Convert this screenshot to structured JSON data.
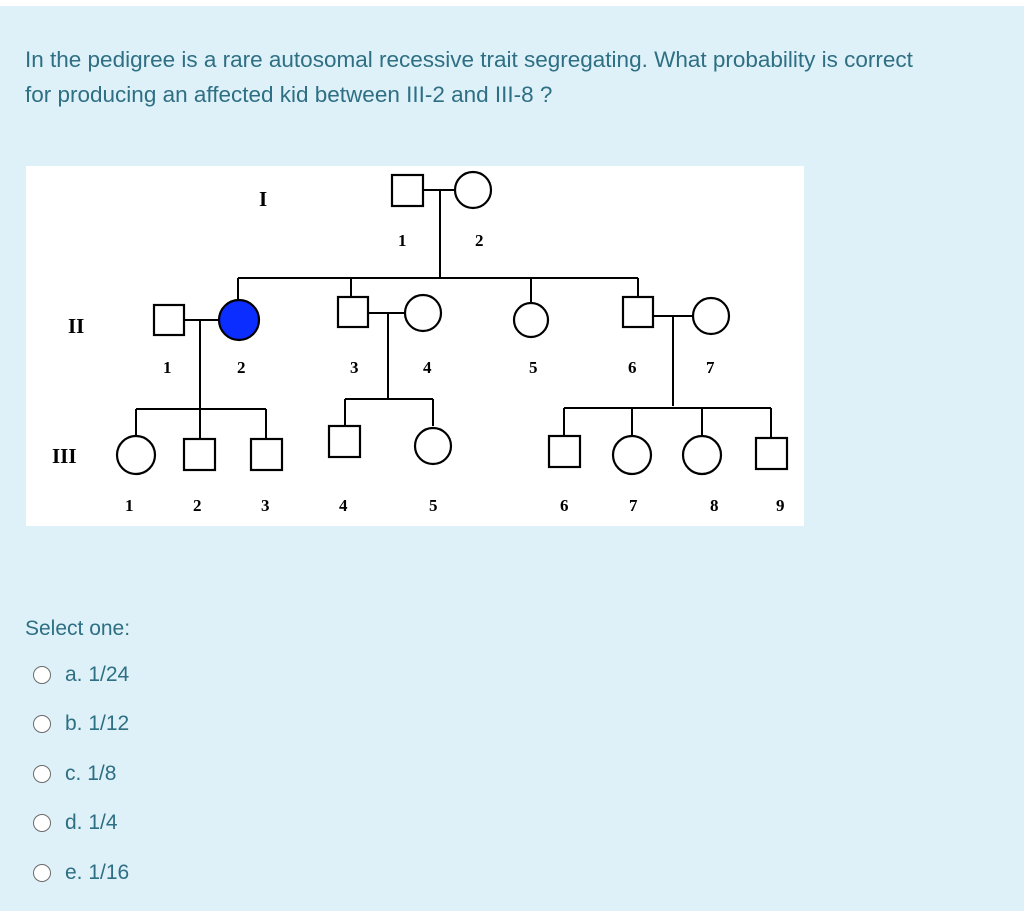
{
  "question": {
    "line1": "In the pedigree is a rare autosomal recessive trait segregating. What probability is correct",
    "line2": "for producing an affected kid between III-2 and III-8 ?"
  },
  "pedigree": {
    "generations": [
      "I",
      "II",
      "III"
    ],
    "gen1_labels": [
      "1",
      "2"
    ],
    "gen2_labels": [
      "1",
      "2",
      "3",
      "4",
      "5",
      "6",
      "7"
    ],
    "gen3_labels": [
      "1",
      "2",
      "3",
      "4",
      "5",
      "6",
      "7",
      "8",
      "9"
    ],
    "affected": [
      "II-2"
    ],
    "colors": {
      "affected": "#0b2dff"
    }
  },
  "prompt": "Select one:",
  "options": [
    {
      "letter": "a.",
      "text": "1/24"
    },
    {
      "letter": "b.",
      "text": "1/12"
    },
    {
      "letter": "c.",
      "text": "1/8"
    },
    {
      "letter": "d.",
      "text": "1/4"
    },
    {
      "letter": "e.",
      "text": "1/16"
    }
  ]
}
